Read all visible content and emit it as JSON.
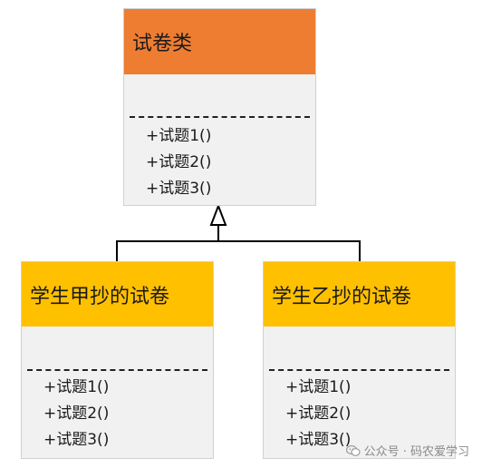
{
  "colors": {
    "parent_header": "#ee7d32",
    "child_header": "#ffc000",
    "class_body": "#f1f1f1",
    "line": "#000000"
  },
  "parent_class": {
    "name": "试卷类",
    "methods": [
      "+试题1()",
      "+试题2()",
      "+试题3()"
    ]
  },
  "child_classes": [
    {
      "name": "学生甲抄的试卷",
      "methods": [
        "+试题1()",
        "+试题2()",
        "+试题3()"
      ]
    },
    {
      "name": "学生乙抄的试卷",
      "methods": [
        "+试题1()",
        "+试题2()",
        "+试题3()"
      ]
    }
  ],
  "watermark": {
    "text": "公众号 · 码农爱学习",
    "icon": "wechat-icon"
  }
}
